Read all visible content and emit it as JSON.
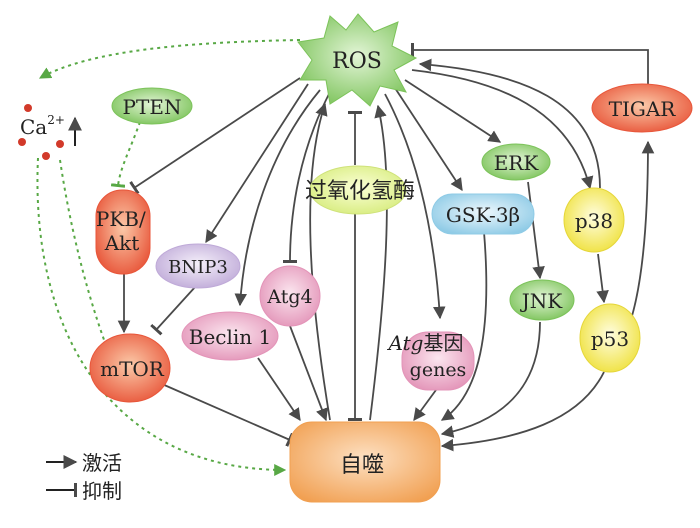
{
  "nodes": {
    "ros": "ROS",
    "ca_base": "Ca",
    "ca_sup": "2+",
    "pten": "PTEN",
    "tigar": "TIGAR",
    "erk": "ERK",
    "catalase": "过氧化氢酶",
    "gsk3b": "GSK-3β",
    "p38": "p38",
    "pkb_akt_1": "PKB/",
    "pkb_akt_2": "Akt",
    "bnip3": "BNIP3",
    "atg4": "Atg4",
    "jnk": "JNK",
    "p53": "p53",
    "beclin1": "Beclin 1",
    "atg_genes_italic": "Atg",
    "atg_genes_cn": "基因",
    "atg_genes_en": "genes",
    "mtor": "mTOR",
    "autophagy": "自噬"
  },
  "legend": {
    "activate": "激活",
    "inhibit": "抑制"
  },
  "colors": {
    "green": "#8fcf6f",
    "orange_red": "#ef7050",
    "yellow": "#f3ea4e",
    "blue": "#aedcef",
    "violet": "#d9cce8",
    "pink": "#eeb4cc",
    "orange": "#f6b06c",
    "dashed_green": "#58a845"
  }
}
